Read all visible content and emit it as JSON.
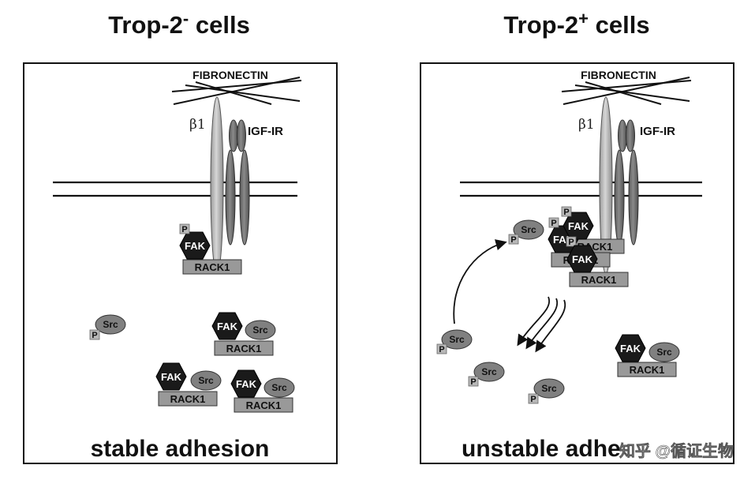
{
  "left_panel": {
    "title": "Trop-2",
    "title_sup": "-",
    "title_suffix": " cells",
    "fibronectin_label": "FIBRONECTIN",
    "beta_label": "β1",
    "receptor_label": "IGF-IR",
    "fak_label": "FAK",
    "rack_label": "RACK1",
    "src_label": "Src",
    "p_label": "P",
    "caption": "stable adhesion"
  },
  "right_panel": {
    "title": "Trop-2",
    "title_sup": "+",
    "title_suffix": " cells",
    "fibronectin_label": "FIBRONECTIN",
    "beta_label": "β1",
    "receptor_label": "IGF-IR",
    "fak_label": "FAK",
    "rack_label": "RACK1",
    "src_label": "Src",
    "p_label": "P",
    "caption": "unstable adhe"
  },
  "watermark": "知乎 @循证生物",
  "colors": {
    "fak_fill": "#1a1a1a",
    "src_fill": "#808080",
    "rack_fill": "#999999",
    "p_fill": "#b8b8b8",
    "beta_fill": "#bdbdbd",
    "igf_fill": "#6a6a6a"
  }
}
